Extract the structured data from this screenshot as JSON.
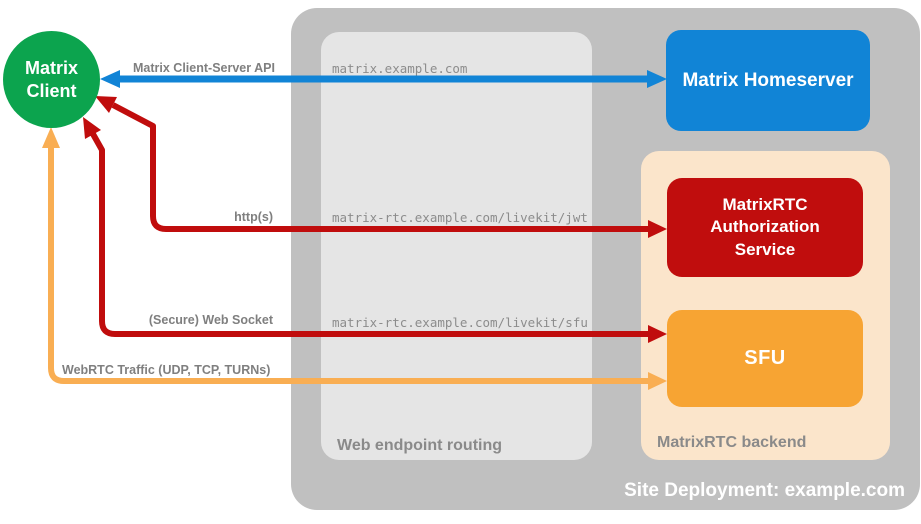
{
  "deployment_label": "Site Deployment: example.com",
  "client": {
    "label": "Matrix Client"
  },
  "homeserver": {
    "label": "Matrix Homeserver"
  },
  "auth_service": {
    "label": "MatrixRTC Authorization Service"
  },
  "sfu": {
    "label": "SFU"
  },
  "web_routing": {
    "label": "Web endpoint routing",
    "endpoints": {
      "homeserver": "matrix.example.com",
      "jwt": "matrix-rtc.example.com/livekit/jwt",
      "sfu": "matrix-rtc.example.com/livekit/sfu"
    }
  },
  "backend": {
    "label": "MatrixRTC backend"
  },
  "connections": {
    "cs_api": {
      "label": "Matrix Client-Server API",
      "color": "#1184d6"
    },
    "http": {
      "label": "http(s)",
      "color": "#c00d0d"
    },
    "websocket": {
      "label": "(Secure) Web Socket",
      "color": "#c00d0d"
    },
    "webrtc": {
      "label": "WebRTC Traffic (UDP, TCP, TURNs)",
      "color": "#f9ae53"
    }
  },
  "colors": {
    "client_green": "#0ca44e",
    "homeserver_blue": "#1184d6",
    "auth_red": "#c00d0d",
    "sfu_orange": "#f7a433",
    "webrtc_arrow_orange": "#f9ae53",
    "backend_peach": "#fbe5cb",
    "outer_gray": "#c0c0c0",
    "routing_gray": "#e5e5e5",
    "label_gray": "#7f7f7f",
    "url_gray": "#8c8c8c",
    "white": "#ffffff"
  }
}
